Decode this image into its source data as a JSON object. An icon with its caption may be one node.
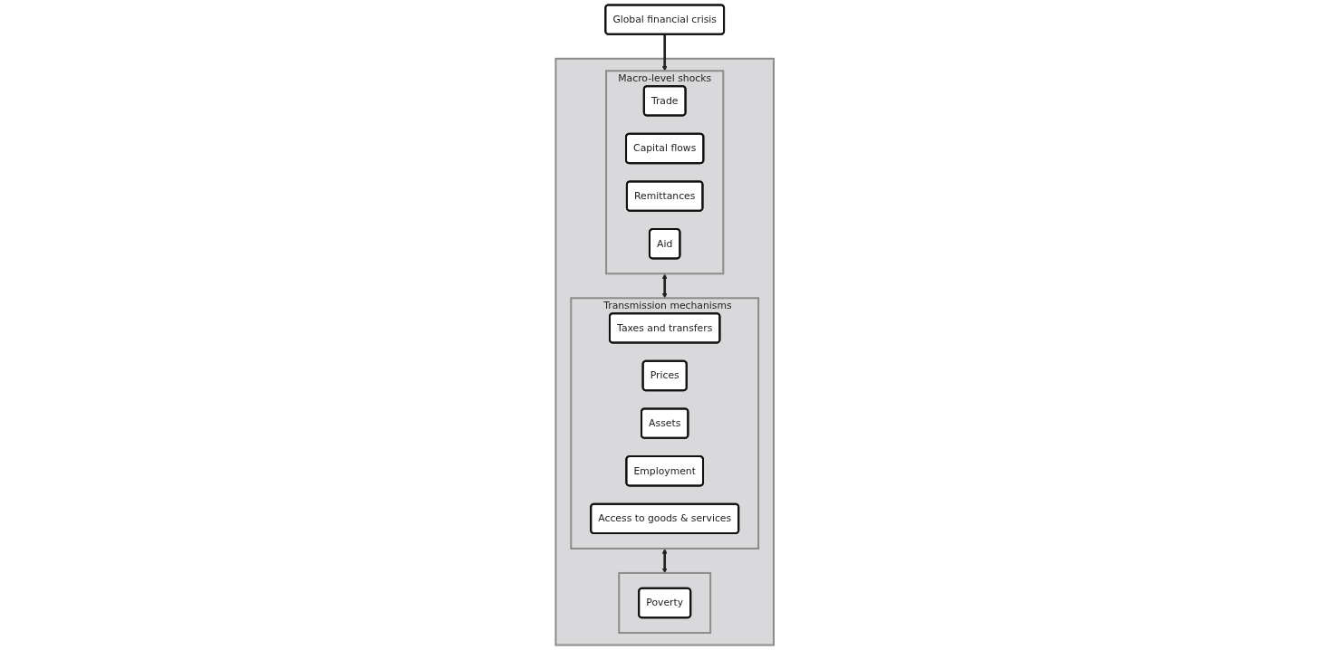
{
  "diagram": {
    "nodes": [
      {
        "text": [
          "Global financial crisis"
        ]
      },
      {
        "text": [],
        "shape": "box"
      },
      {
        "text": [
          "Macro-level shocks"
        ],
        "in": 1
      },
      {
        "text": [
          "Trade"
        ],
        "in": 2
      },
      {
        "text": [
          "Capital flows"
        ],
        "in": 2
      },
      {
        "text": [
          "Remittances"
        ],
        "in": 2
      },
      {
        "text": [
          "Aid"
        ],
        "in": 2
      },
      {
        "text": [
          "Transmission mechanisms"
        ],
        "in": 1
      },
      {
        "text": [
          "Taxes and transfers"
        ],
        "in": 7
      },
      {
        "text": [
          "Prices"
        ],
        "in": 7
      },
      {
        "text": [
          "Assets"
        ],
        "in": 7
      },
      {
        "text": [
          "Employment"
        ],
        "in": 7
      },
      {
        "text": [
          "Access to goods & services"
        ],
        "in": 7
      },
      {
        "text": [],
        "shape": "box",
        "in": 1
      },
      {
        "text": [
          "Poverty"
        ],
        "in": 13
      }
    ],
    "edges": [
      {
        "from": 0,
        "to": 2,
        "arrow": "to"
      },
      {
        "from": 2,
        "to": 7,
        "arrow": "both"
      },
      {
        "from": 7,
        "to": 13,
        "arrow": "both"
      }
    ]
  }
}
